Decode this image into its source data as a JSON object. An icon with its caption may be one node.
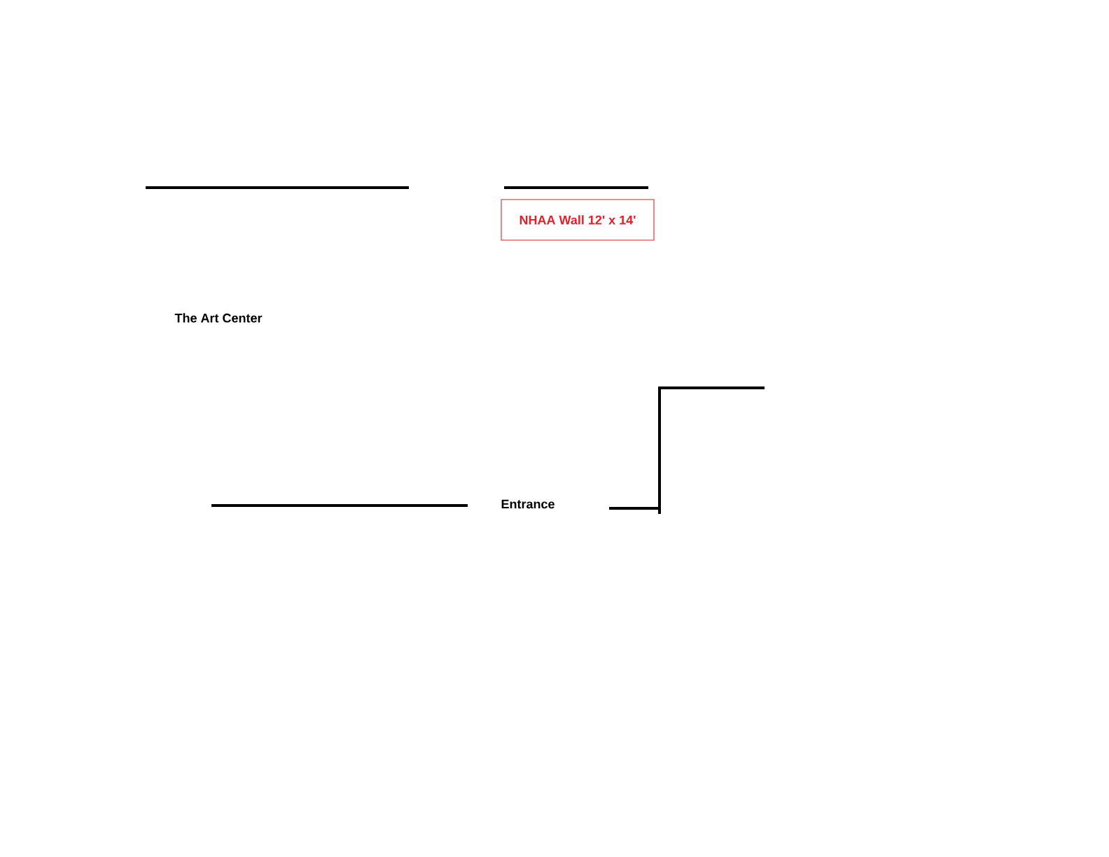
{
  "diagram": {
    "nodes": [
      {
        "text": [
          "NHAA Wall 12' x 14'"
        ]
      }
    ],
    "labels": [
      "The Art Center",
      "Entrance"
    ]
  }
}
